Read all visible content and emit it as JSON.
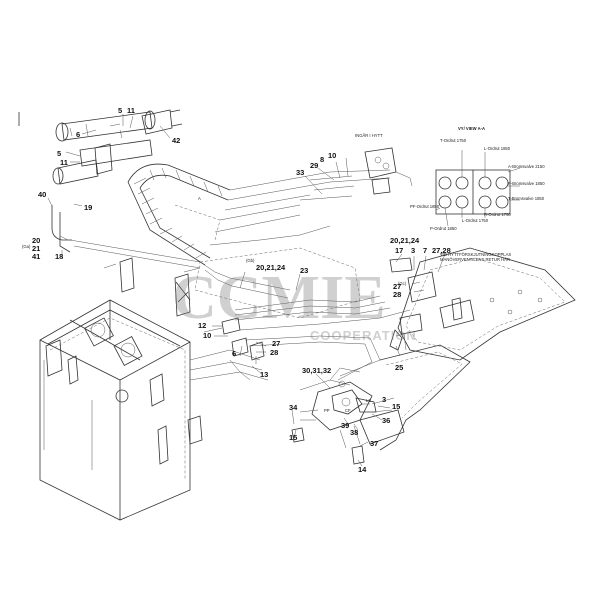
{
  "callouts": {
    "c5a": "5",
    "c11a": "11",
    "c42": "42",
    "c6": "6",
    "c5b": "5",
    "c11b": "11",
    "c40": "40",
    "c19": "19",
    "c20a": "20",
    "c21a": "21",
    "c41": "41",
    "c18": "18",
    "c29": "29",
    "c8": "8",
    "c10": "10",
    "c33": "33",
    "c17": "17",
    "c3": "3",
    "c7": "7",
    "c2728a": "27,28",
    "c202124a": "20,21,24",
    "c202124b": "20,21,24",
    "c23": "23",
    "c27b": "27",
    "c28b": "28",
    "c12": "12",
    "c10b": "10",
    "c6b": "6",
    "c27c": "27",
    "c28c": "28",
    "c13": "13",
    "c25": "25",
    "c303132": "30,31,32",
    "c34": "34",
    "c15a": "15",
    "c3b": "3",
    "c15b": "15",
    "c36": "36",
    "c39": "39",
    "c38": "38",
    "c37": "37",
    "c14": "14"
  },
  "small_labels": {
    "view_title": "VY/ VIEW A-A",
    "t_ordrut": "T-Ordrut 1750",
    "l_ordrut_top": "L-Ordrut 1850",
    "a_brake": "A-Bromsvalve 2150",
    "p_brake": "P-Bromsvalve 1850",
    "t_brake": "T-Bromsvalve 1850",
    "pf_ordrut": "PF-Ordrut 1850",
    "l_ordrut_bot": "L-Ordrut 1750",
    "r_ordrut": "R-Ordrut 1750",
    "p_ordrut": "P-Ordrut 1850",
    "ingar": "INGÅR I HYTT",
    "vid_hytt": "VID HYTTFÖRSKJUTNINGKOPPLAS",
    "manover": "MANÖVERVENTILENS RETUR HÄR",
    "pp": "PP",
    "a_mark": "A",
    "ls": "LS",
    "cf": "CF",
    "ga": "(Ga)",
    "gb": "(Gb)",
    "gc": "(Gc)"
  },
  "watermark": {
    "brand": "CCMIE",
    "sub": "COOPERATION"
  }
}
